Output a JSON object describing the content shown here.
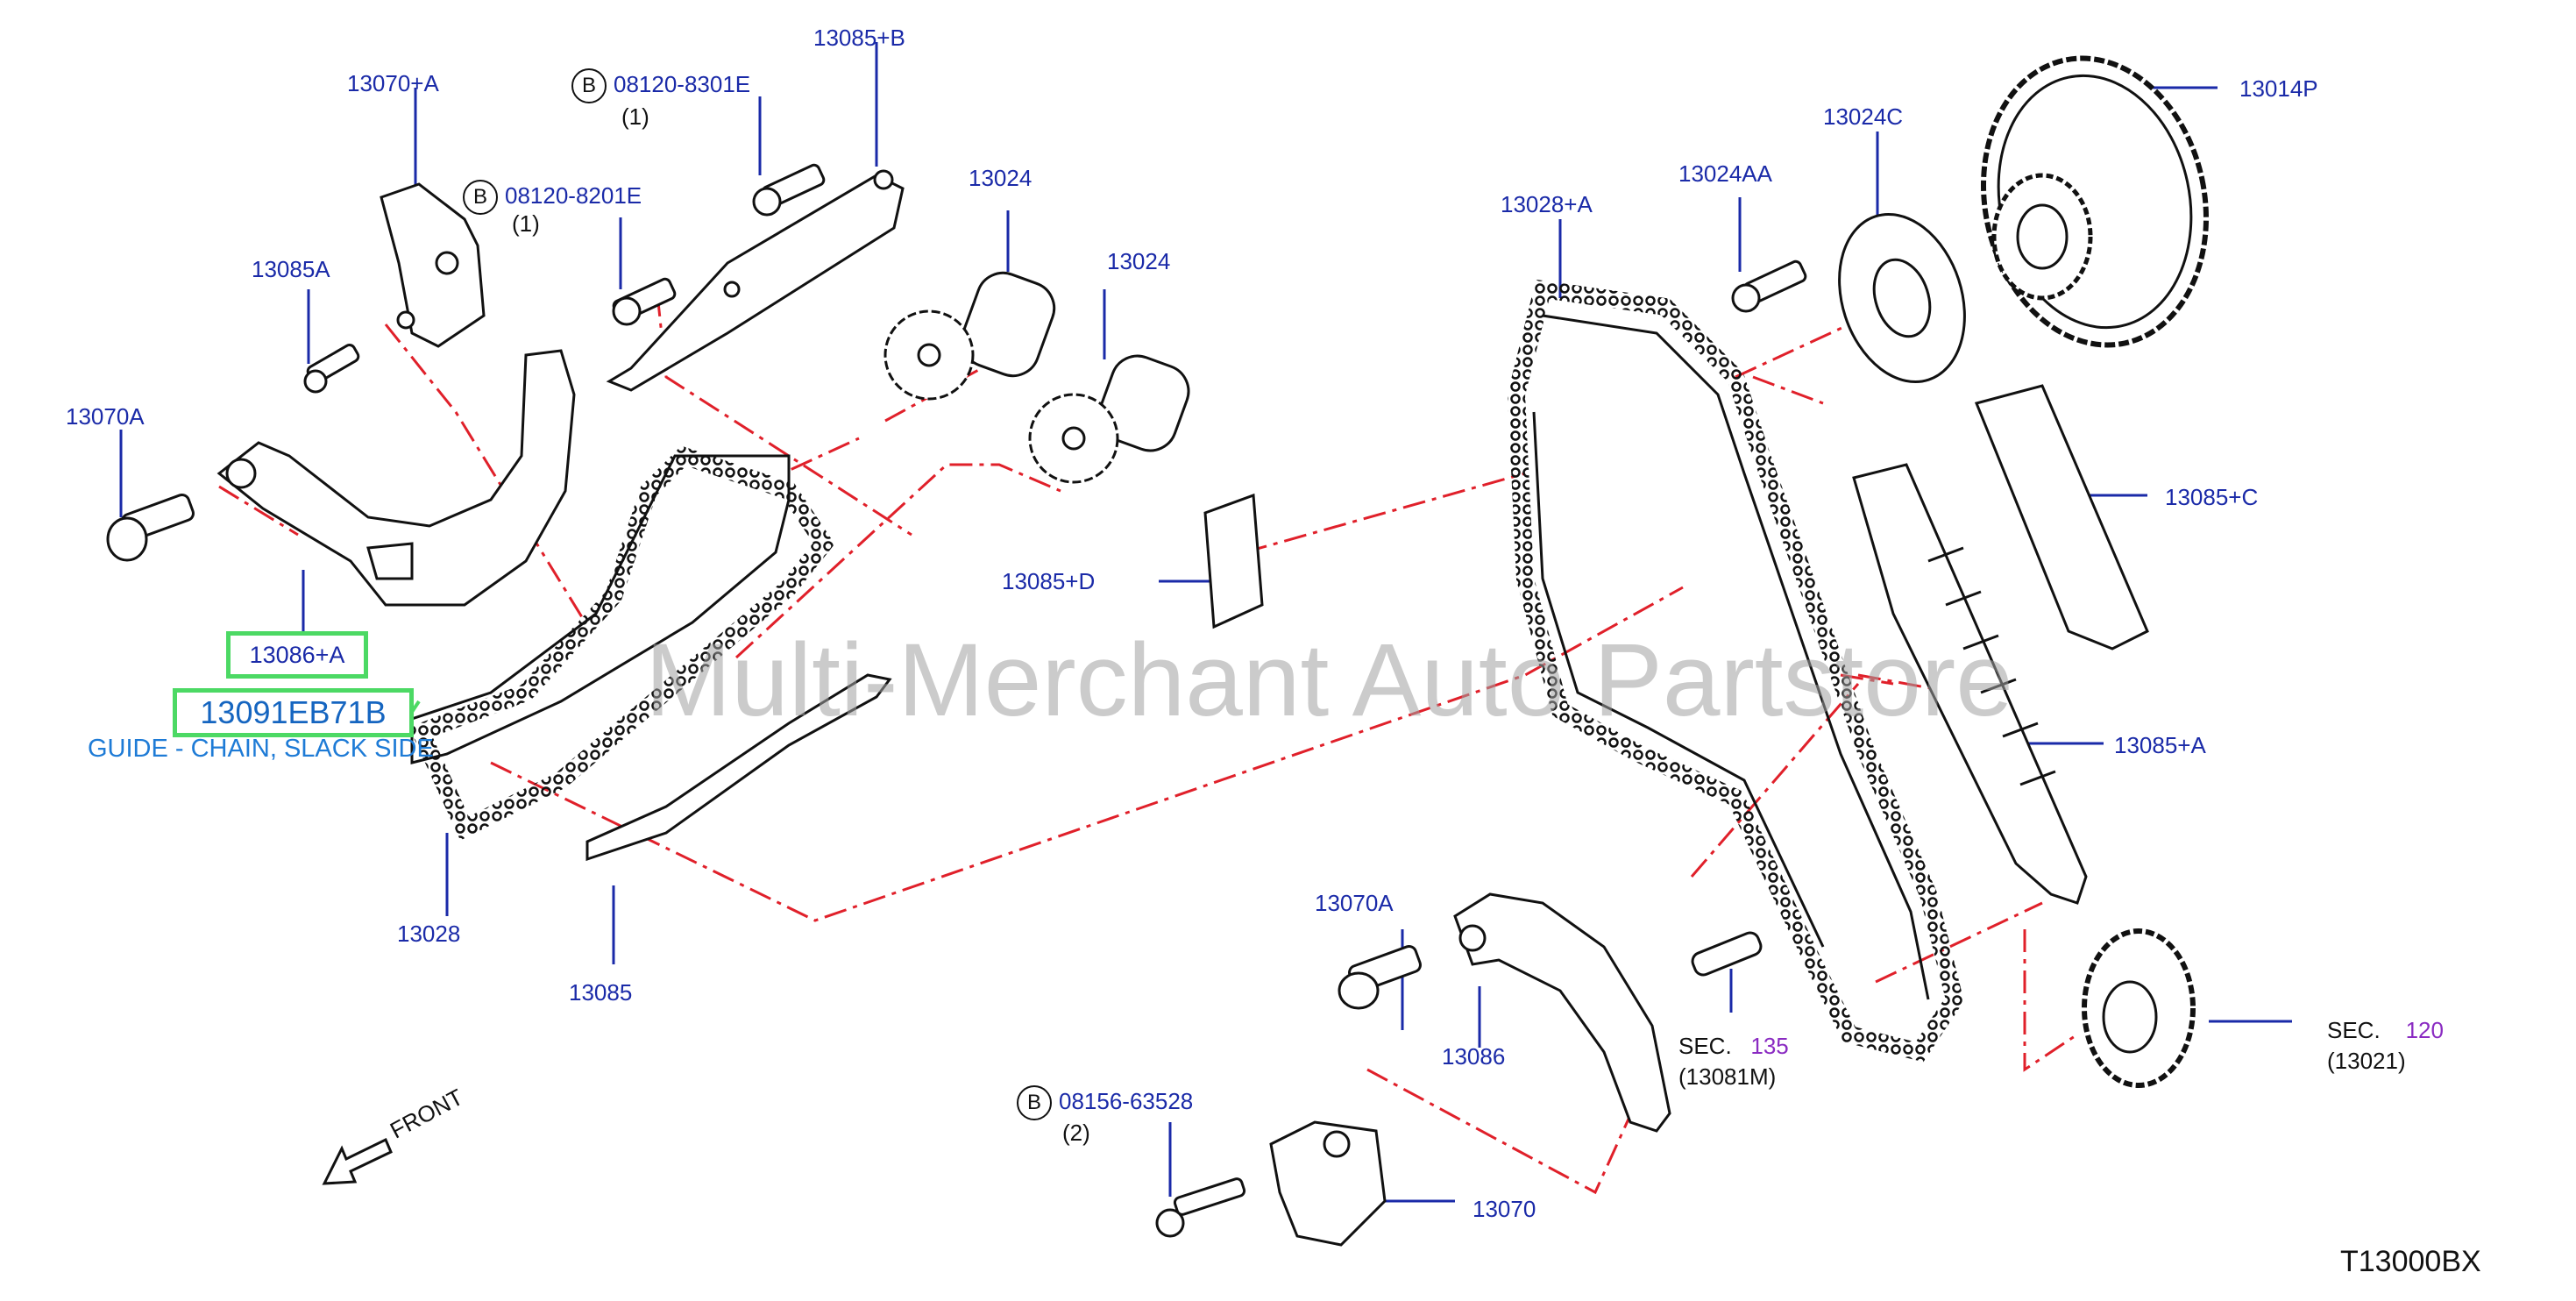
{
  "parts": {
    "p13070A_top": "13070+A",
    "p08120_8301E": "08120-8301E",
    "p08120_8301E_qty": "(1)",
    "p13085B": "13085+B",
    "p08120_8201E": "08120-8201E",
    "p08120_8201E_qty": "(1)",
    "p13085A": "13085A",
    "p13070A_left": "13070A",
    "p13024_a": "13024",
    "p13024_b": "13024",
    "p13085D": "13085+D",
    "p13028A": "13028+A",
    "p13024AA": "13024AA",
    "p13024C": "13024C",
    "p13014P": "13014P",
    "p13085C": "13085+C",
    "p13085Aplus": "13085+A",
    "p13028": "13028",
    "p13085": "13085",
    "p13070A_mid": "13070A",
    "p13086": "13086",
    "p08156_63528": "08156-63528",
    "p08156_63528_qty": "(2)",
    "p13070": "13070",
    "sec135_prefix": "SEC.",
    "sec135_num": "135",
    "sec135_sub": "(13081M)",
    "sec120_prefix": "SEC.",
    "sec120_num": "120",
    "sec120_sub": "(13021)",
    "bolt_marker": "B"
  },
  "highlight": {
    "part_13086A": "13086+A",
    "part_number": "13091EB71B",
    "description": "GUIDE - CHAIN, SLACK SIDE"
  },
  "front_label": "FRONT",
  "watermark": "Multi-Merchant Auto Partstore",
  "diagram_code": "T13000BX",
  "colors": {
    "label_blue": "#1a2aa8",
    "leader_red": "#e0202a",
    "highlight_green": "#4cd964",
    "description_blue": "#1e7bd6"
  }
}
